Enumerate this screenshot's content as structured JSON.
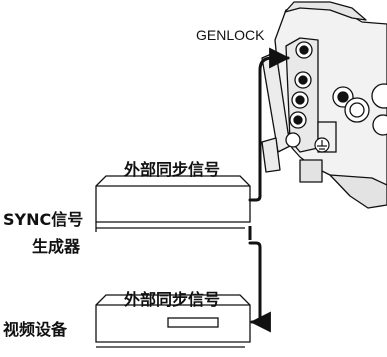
{
  "labels": {
    "genlock": "GENLOCK",
    "sync_signal_top": "外部同步信号",
    "sync_generator_line1": "SYNC信号",
    "sync_generator_line2": "生成器",
    "sync_signal_bottom": "外部同步信号",
    "video_device": "视频设备"
  },
  "colors": {
    "line": "#111111",
    "camera_fill": "#f2f2f2",
    "background": "#ffffff"
  },
  "icons": {
    "camera": "camera-body-illustration",
    "arrow": "arrow-head",
    "ground": "ground-terminal-icon"
  }
}
